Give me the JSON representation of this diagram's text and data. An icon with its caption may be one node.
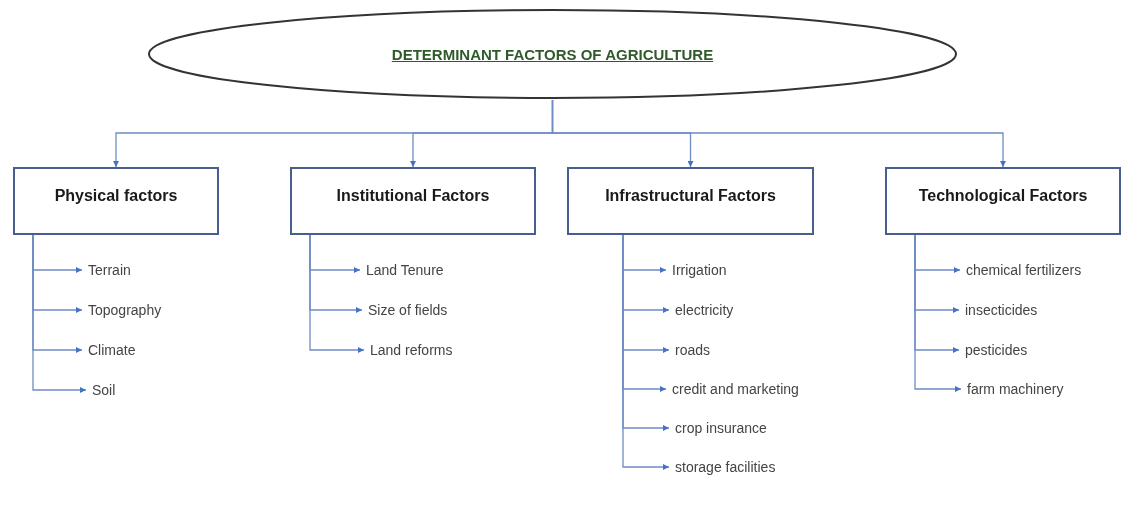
{
  "diagram": {
    "nodes": [
      {
        "text": [
          "DETERMINANT FACTORS OF AGRICULTURE"
        ]
      },
      {
        "text": [
          "Physical factors"
        ]
      },
      {
        "text": [
          "Terrain"
        ]
      },
      {
        "text": [
          "Topography"
        ]
      },
      {
        "text": [
          "Climate"
        ]
      },
      {
        "text": [
          "Soil"
        ]
      },
      {
        "text": [
          "Institutional Factors"
        ]
      },
      {
        "text": [
          "Land Tenure"
        ]
      },
      {
        "text": [
          "Size of fields"
        ]
      },
      {
        "text": [
          "Land reforms"
        ]
      },
      {
        "text": [
          "Infrastructural Factors"
        ]
      },
      {
        "text": [
          "Irrigation"
        ]
      },
      {
        "text": [
          "electricity"
        ]
      },
      {
        "text": [
          "roads"
        ]
      },
      {
        "text": [
          "credit and marketing"
        ]
      },
      {
        "text": [
          "crop insurance"
        ]
      },
      {
        "text": [
          "storage facilities"
        ]
      },
      {
        "text": [
          "Technological Factors"
        ]
      },
      {
        "text": [
          "chemical fertilizers"
        ]
      },
      {
        "text": [
          "insecticides"
        ]
      },
      {
        "text": [
          "pesticides"
        ]
      },
      {
        "text": [
          "farm machinery"
        ]
      }
    ],
    "edges": [
      {
        "from": 0,
        "to": 1,
        "arrow": "to"
      },
      {
        "from": 0,
        "to": 6,
        "arrow": "to"
      },
      {
        "from": 0,
        "to": 10,
        "arrow": "to"
      },
      {
        "from": 0,
        "to": 17,
        "arrow": "to"
      },
      {
        "from": 1,
        "to": 2,
        "arrow": "to"
      },
      {
        "from": 1,
        "to": 3,
        "arrow": "to"
      },
      {
        "from": 1,
        "to": 4,
        "arrow": "to"
      },
      {
        "from": 1,
        "to": 5,
        "arrow": "to"
      },
      {
        "from": 6,
        "to": 7,
        "arrow": "to"
      },
      {
        "from": 6,
        "to": 8,
        "arrow": "to"
      },
      {
        "from": 6,
        "to": 9,
        "arrow": "to"
      },
      {
        "from": 10,
        "to": 11,
        "arrow": "to"
      },
      {
        "from": 10,
        "to": 12,
        "arrow": "to"
      },
      {
        "from": 10,
        "to": 13,
        "arrow": "to"
      },
      {
        "from": 10,
        "to": 14,
        "arrow": "to"
      },
      {
        "from": 10,
        "to": 15,
        "arrow": "to"
      },
      {
        "from": 10,
        "to": 16,
        "arrow": "to"
      },
      {
        "from": 17,
        "to": 18,
        "arrow": "to"
      },
      {
        "from": 17,
        "to": 19,
        "arrow": "to"
      },
      {
        "from": 17,
        "to": 20,
        "arrow": "to"
      },
      {
        "from": 17,
        "to": 21,
        "arrow": "to"
      }
    ]
  }
}
